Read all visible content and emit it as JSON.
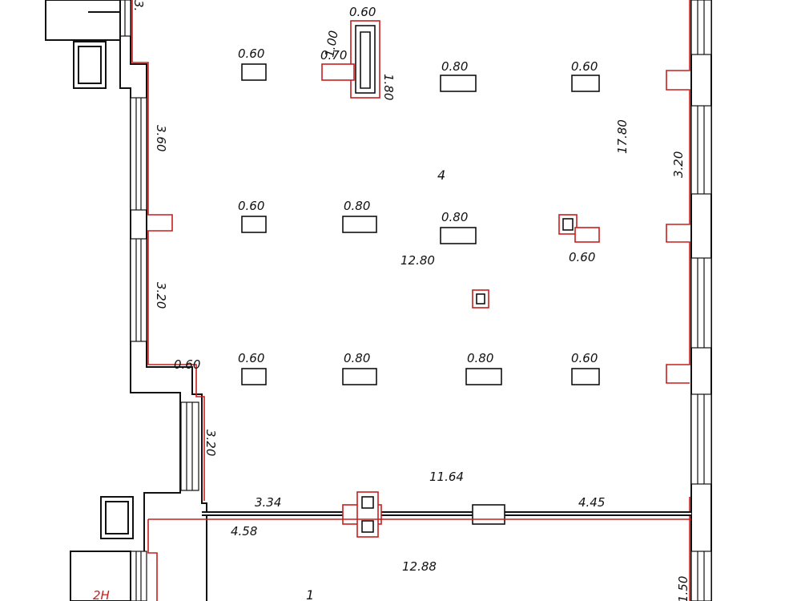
{
  "labels": {
    "room_main": "4",
    "room_lower": "1",
    "room_tag": "2Н",
    "top_shaft_width": "0.60",
    "top_shaft_height": "1.80",
    "top_shaft_side_a": "1.00",
    "top_shaft_side_b": "0.70",
    "top_left_fragment": "3.",
    "r1_c1": "0.60",
    "r1_c3": "0.80",
    "r1_c4": "0.60",
    "r2_c1": "0.60",
    "r2_c2": "0.80",
    "r2_c3": "0.80",
    "r2_c4": "0.60",
    "r3_c1": "0.60",
    "r3_c2": "0.80",
    "r3_c3": "0.80",
    "r3_c4": "0.60",
    "left_wall_upper": "3.60",
    "left_wall_lower": "3.20",
    "left_pier": "0.60",
    "left_step_wall": "3.20",
    "right_wall_height": "17.80",
    "right_wall_window": "3.20",
    "room_width": "12.80",
    "wall_length": "11.64",
    "partition_left": "3.34",
    "partition_right": "4.45",
    "lower_left": "4.58",
    "lower_width": "12.88",
    "lower_right_fragment": "1.50"
  },
  "colors": {
    "line": "#111111",
    "accent": "#c81e1e",
    "background": "#ffffff"
  }
}
